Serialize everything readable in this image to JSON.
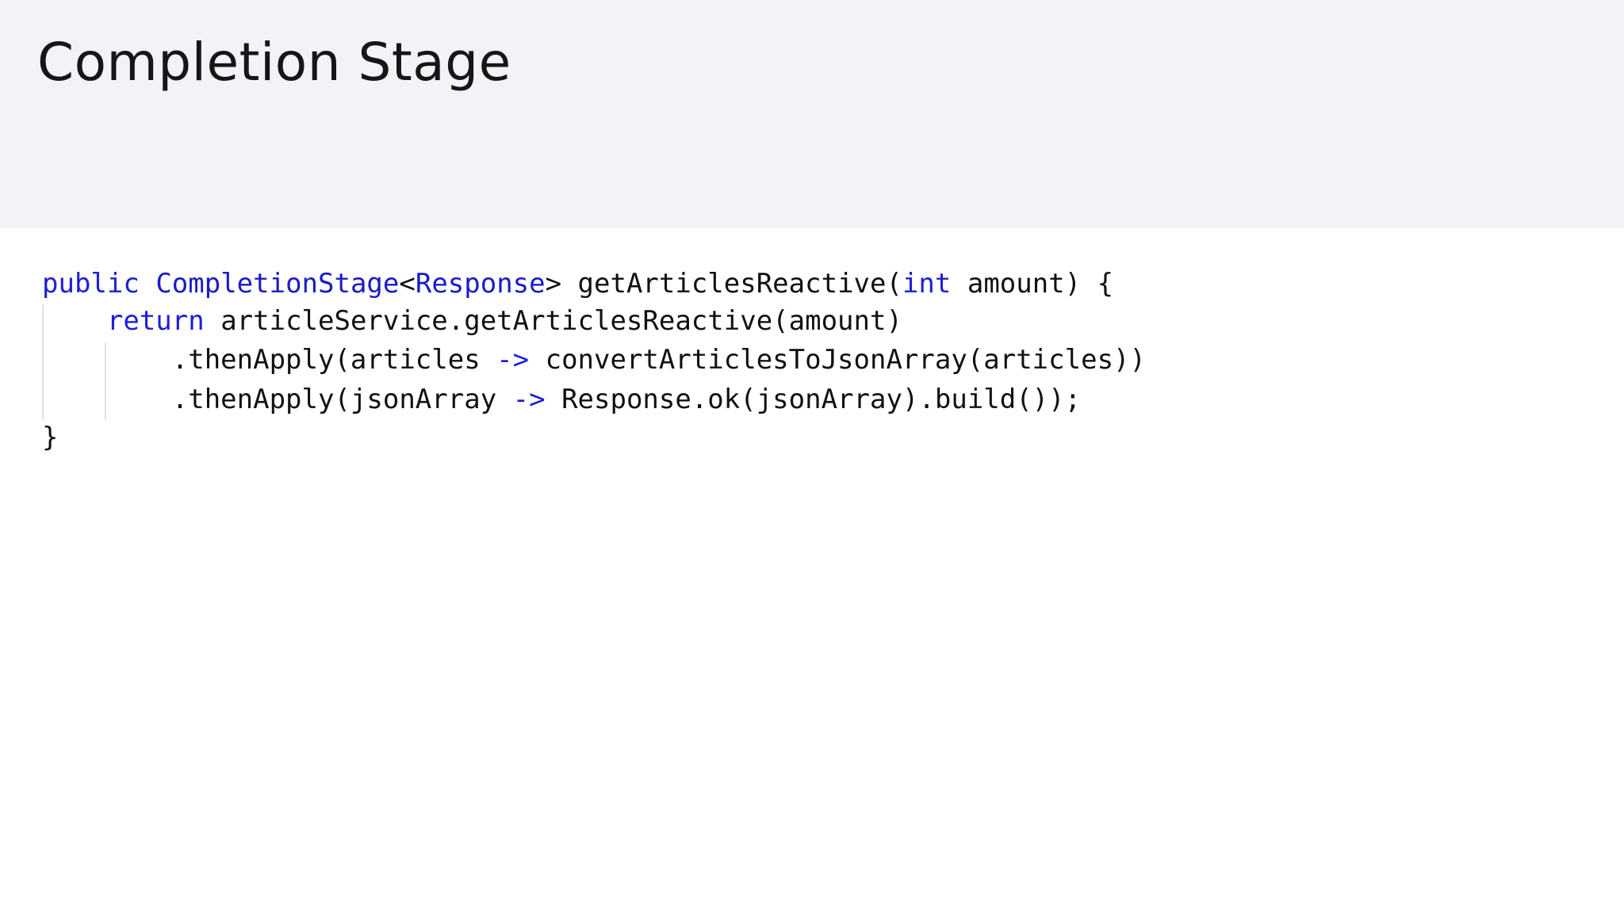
{
  "slide": {
    "title": "Completion Stage"
  },
  "code": {
    "language": "java",
    "colors": {
      "keyword": "#1e1ed8",
      "type": "#1a1aca",
      "plain": "#111111",
      "header_bg": "#f2f3f7",
      "guide": "#e2e2e2"
    },
    "line1": {
      "kw_public": "public",
      "type_completion_stage": "CompletionStage",
      "lt": "<",
      "type_response": "Response",
      "gt_method": "> getArticlesReactive(",
      "kw_int": "int",
      "params_tail": " amount) {"
    },
    "line2": {
      "indent": "    ",
      "kw_return": "return",
      "rest": " articleService.getArticlesReactive(amount)"
    },
    "line3": {
      "indent": "        ",
      "before_arrow": ".thenApply(articles ",
      "arrow": "->",
      "after_arrow": " convertArticlesToJsonArray(articles))"
    },
    "line4": {
      "indent": "        ",
      "before_arrow": ".thenApply(jsonArray ",
      "arrow": "->",
      "after_arrow": " Response.ok(jsonArray).build());"
    },
    "line5": {
      "closing": "}"
    }
  }
}
